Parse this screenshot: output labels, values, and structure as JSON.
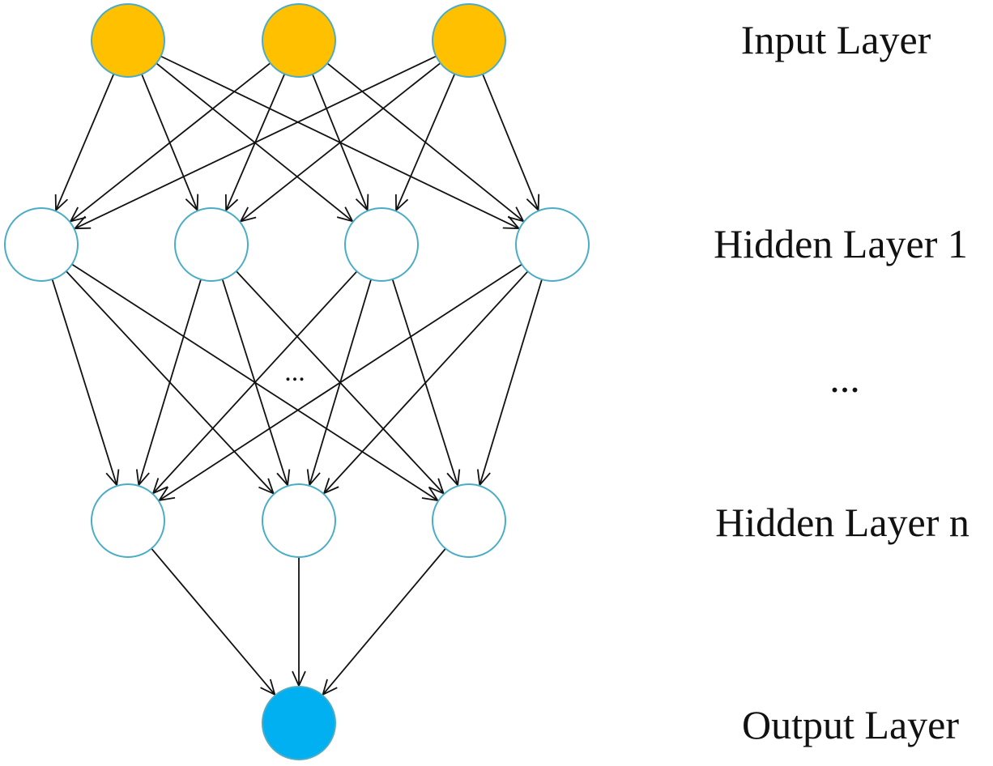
{
  "diagram": {
    "labels": {
      "input": "Input Layer",
      "hidden1": "Hidden Layer 1",
      "ellipsis": "...",
      "hiddenN": "Hidden Layer n",
      "output": "Output Layer"
    },
    "middle_ellipsis": "...",
    "colors": {
      "input_fill": "#FFC000",
      "input_stroke": "#4BACC6",
      "hidden_fill": "#FFFFFF",
      "hidden_stroke": "#4BACC6",
      "output_fill": "#00B0F0",
      "output_stroke": "#4BACC6",
      "edge": "#111111"
    },
    "layers": [
      {
        "id": "input",
        "node_count": 3,
        "kind": "input"
      },
      {
        "id": "hidden1",
        "node_count": 4,
        "kind": "hidden"
      },
      {
        "id": "hiddenN",
        "node_count": 3,
        "kind": "hidden"
      },
      {
        "id": "output",
        "node_count": 1,
        "kind": "output"
      }
    ],
    "connections": "fully-connected"
  }
}
